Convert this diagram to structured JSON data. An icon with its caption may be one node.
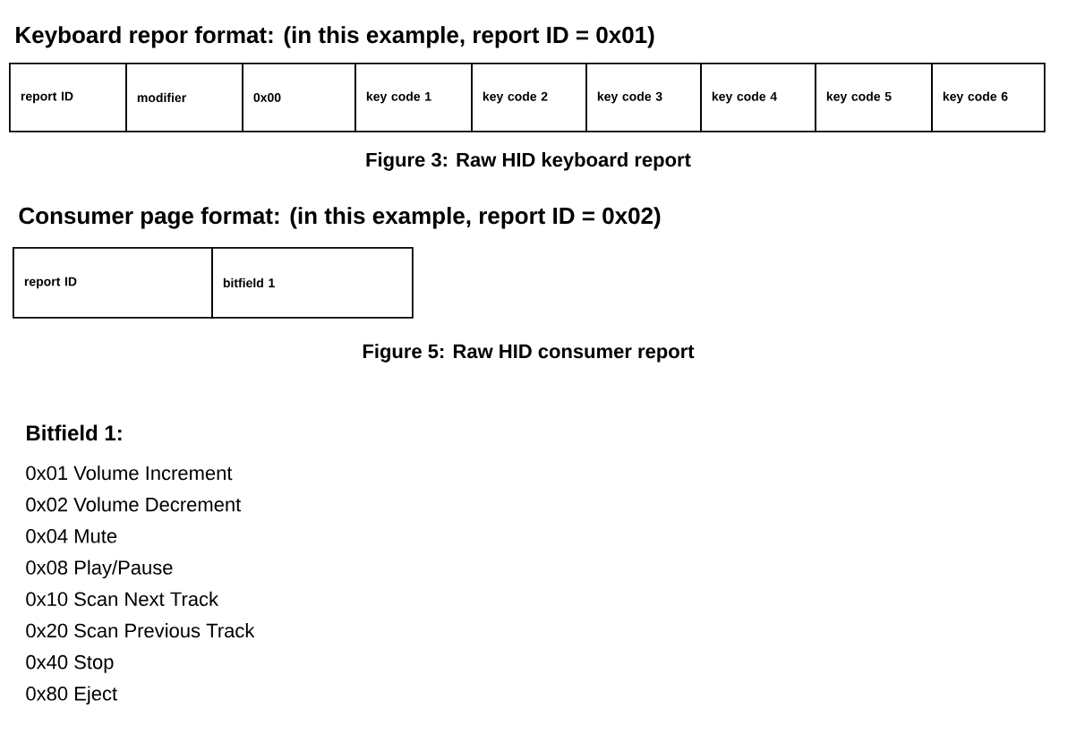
{
  "diagram": {
    "nodes": [
      {
        "text": [
          "report ID"
        ]
      },
      {
        "text": [
          "modifier"
        ]
      },
      {
        "text": [
          "0x00"
        ]
      },
      {
        "text": [
          "key code 1"
        ]
      },
      {
        "text": [
          "key code 2"
        ]
      },
      {
        "text": [
          "key code 3"
        ]
      },
      {
        "text": [
          "key code 4"
        ]
      },
      {
        "text": [
          "key code 5"
        ]
      },
      {
        "text": [
          "key code 6"
        ]
      },
      {
        "text": [
          "report ID"
        ]
      },
      {
        "text": [
          "bitfield 1"
        ]
      }
    ],
    "labels": [
      "Keyboard repor format: (in this example, report ID = 0x01)",
      "Figure 3: Raw HID keyboard report",
      "Consumer page format: (in this example, report ID = 0x02)",
      "Figure 5: Raw HID consumer report",
      "Bitfield 1:",
      "0x01 Volume Increment",
      "0x02 Volume Decrement",
      "0x04 Mute",
      "0x08 Play/Pause",
      "0x10 Scan Next Track",
      "0x20 Scan Previous Track",
      "0x40 Stop",
      "0x80 Eject"
    ]
  }
}
